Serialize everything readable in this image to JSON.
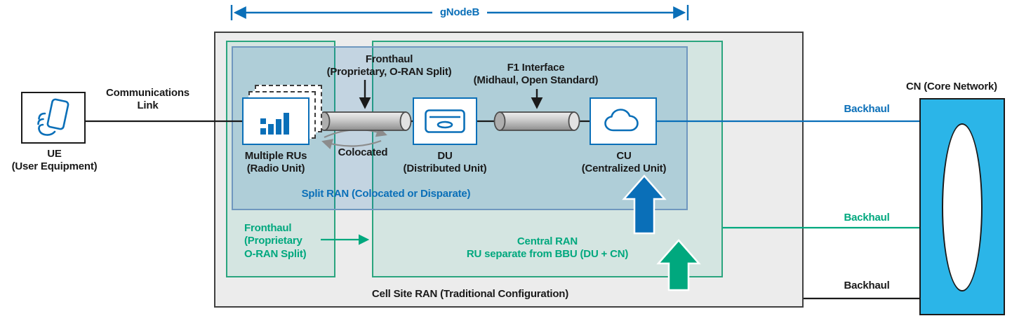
{
  "colors": {
    "blue": "#0a6fb8",
    "teal": "#00a87e",
    "black": "#1a1a1a",
    "outer_gray_fill": "#ececec",
    "split_ran_fill_blue": "#c3d4e3",
    "central_ran_fill_green": "#dfe9e0",
    "cn_cyan": "#2bb5e8",
    "pipe_gray": "#c9c9c9"
  },
  "gnodeb": {
    "label": "gNodeB"
  },
  "ue": {
    "name": "UE",
    "subtitle": "(User Equipment)"
  },
  "communications_link": {
    "line1": "Communications",
    "line2": "Link"
  },
  "cell_site_ran": {
    "label": "Cell Site RAN (Traditional Configuration)"
  },
  "split_ran": {
    "label": "Split RAN (Colocated or Disparate)"
  },
  "central_ran": {
    "line1": "Central RAN",
    "line2": "RU separate from BBU (DU + CN)"
  },
  "ru": {
    "name": "Multiple RUs",
    "subtitle": "(Radio Unit)"
  },
  "fronthaul_top": {
    "line1": "Fronthaul",
    "line2": "(Proprietary, O-RAN Split)"
  },
  "colocated": {
    "label": "Colocated"
  },
  "du": {
    "name": "DU",
    "subtitle": "(Distributed Unit)"
  },
  "f1_interface": {
    "line1": "F1 Interface",
    "line2": "(Midhaul, Open Standard)"
  },
  "cu": {
    "name": "CU",
    "subtitle": "(Centralized Unit)"
  },
  "fronthaul_side": {
    "line1": "Fronthaul",
    "line2": "(Proprietary",
    "line3": "O-RAN Split)"
  },
  "cn": {
    "title": "CN (Core Network)"
  },
  "backhaul": {
    "top": "Backhaul",
    "middle": "Backhaul",
    "bottom": "Backhaul"
  }
}
